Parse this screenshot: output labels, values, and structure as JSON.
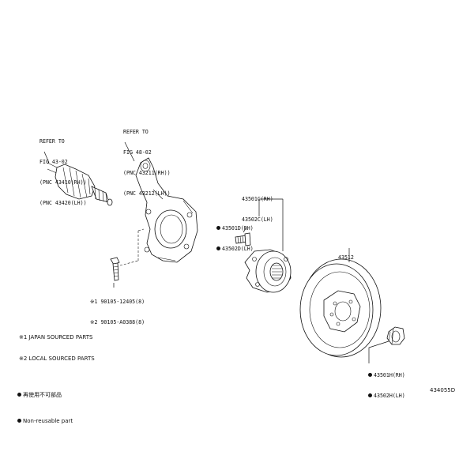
{
  "callouts": {
    "driveshaft_ref": {
      "lines": [
        "REFER TO",
        "FIG 43-02",
        "(PNC 43410(RH))",
        "(PNC 43420(LH))"
      ]
    },
    "knuckle_ref": {
      "lines": [
        "REFER TO",
        "FIG 48-02",
        "(PNC 43211(RH))",
        "(PNC 43212(LH))"
      ]
    },
    "hub_assy": {
      "lines": [
        "43501C(RH)",
        "43502C(LH)"
      ]
    },
    "hub_bolt": {
      "lines": [
        "43501D(RH)",
        "43502D(LH)"
      ]
    },
    "disc": {
      "label": "43512"
    },
    "hub_nut": {
      "lines": [
        "43501H(RH)",
        "43502H(LH)"
      ]
    },
    "knuckle_bolt": {
      "lines": [
        "※1 90105-12405(8)",
        "※2 90105-A0388(8)"
      ]
    }
  },
  "notes": {
    "japan": "※1 JAPAN SOURCED PARTS",
    "local": "※2 LOCAL SOURCED PARTS"
  },
  "legend": {
    "non_reusable_cn": "再使用不可部品",
    "non_reusable_en": "Non-reusable part"
  },
  "figure_id": "434055D",
  "colors": {
    "ink": "#111111",
    "background": "#ffffff"
  }
}
